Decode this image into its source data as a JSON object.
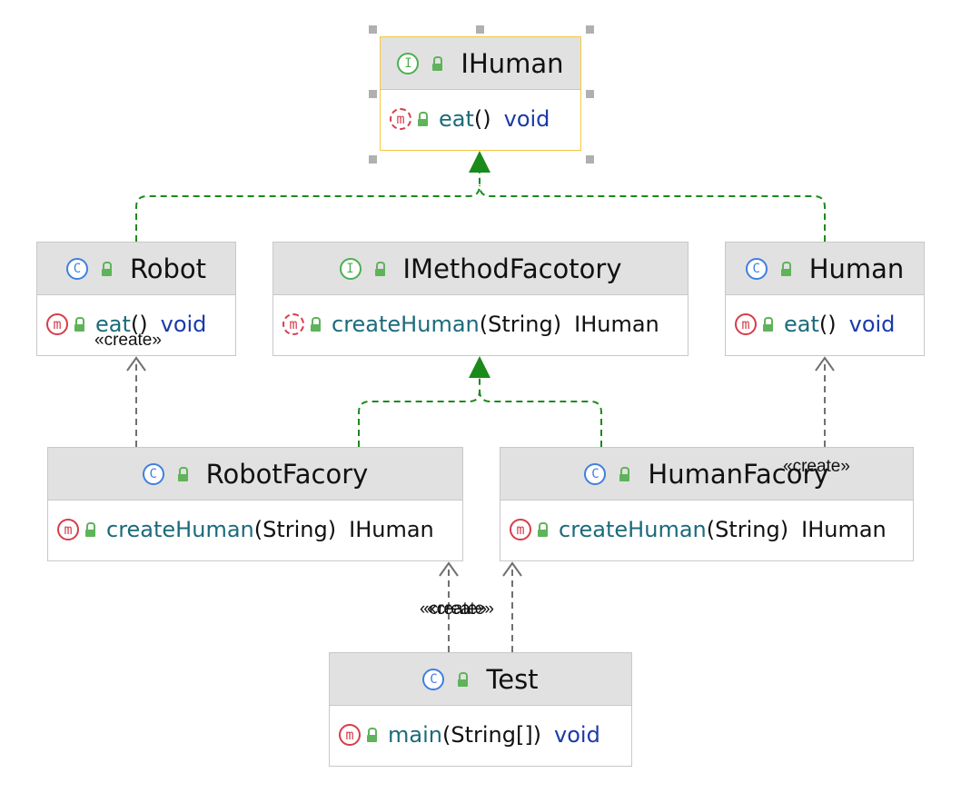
{
  "nodes": {
    "ihuman": {
      "kind": "interface",
      "kind_letter": "I",
      "title": "IHuman",
      "member": {
        "kind_letter": "m",
        "name": "eat",
        "params": "()",
        "returns": "void"
      }
    },
    "robot": {
      "kind": "class",
      "kind_letter": "C",
      "title": "Robot",
      "member": {
        "kind_letter": "m",
        "name": "eat",
        "params": "()",
        "returns": "void"
      }
    },
    "imethodfactory": {
      "kind": "interface",
      "kind_letter": "I",
      "title": "IMethodFacotory",
      "member": {
        "kind_letter": "m",
        "name": "createHuman",
        "params": "(String)",
        "returns": "IHuman"
      }
    },
    "human": {
      "kind": "class",
      "kind_letter": "C",
      "title": "Human",
      "member": {
        "kind_letter": "m",
        "name": "eat",
        "params": "()",
        "returns": "void"
      }
    },
    "robotfactory": {
      "kind": "class",
      "kind_letter": "C",
      "title": "RobotFacory",
      "member": {
        "kind_letter": "m",
        "name": "createHuman",
        "params": "(String)",
        "returns": "IHuman"
      }
    },
    "humanfactory": {
      "kind": "class",
      "kind_letter": "C",
      "title": "HumanFacory",
      "member": {
        "kind_letter": "m",
        "name": "createHuman",
        "params": "(String)",
        "returns": "IHuman"
      }
    },
    "test": {
      "kind": "class",
      "kind_letter": "C",
      "title": "Test",
      "member": {
        "kind_letter": "m",
        "name": "main",
        "params": "(String[])",
        "returns": "void"
      }
    }
  },
  "relations": {
    "robot_implements_ihuman": "implements",
    "human_implements_ihuman": "implements",
    "robotfactory_implements_imethodfactory": "implements",
    "humanfactory_implements_imethodfactory": "implements",
    "robotfactory_creates_robot": "«create»",
    "humanfactory_creates_human": "«create»",
    "test_creates_robotfactory": "«create»",
    "test_creates_humanfactory": "«create»"
  },
  "colors": {
    "implements_edge": "#1a8a1a",
    "create_edge": "#707070",
    "selection": "#f5c842"
  }
}
